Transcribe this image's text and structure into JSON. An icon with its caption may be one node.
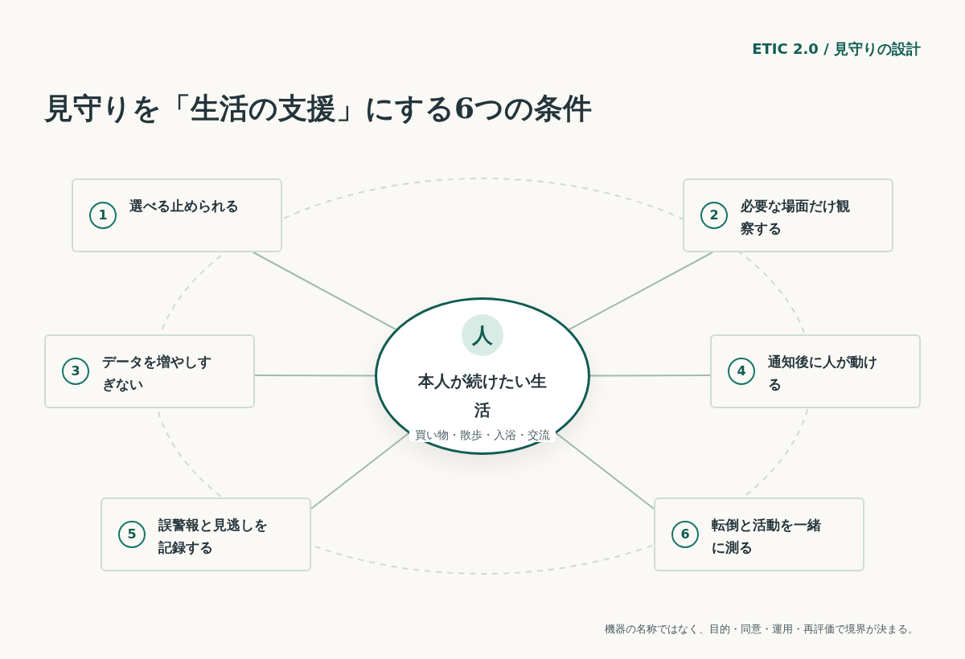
{
  "diagram": {
    "title": "見守りを「生活の支援」にする6つの条件",
    "nodes": [
      {
        "text": [
          "1",
          "選べる止められる"
        ]
      },
      {
        "text": [
          "2",
          "必要な場面だけ観察する"
        ]
      },
      {
        "text": [
          "3",
          "データを増やしすぎない"
        ]
      },
      {
        "text": [
          "4",
          "通知後に人が動ける"
        ]
      },
      {
        "text": [
          "5",
          "誤警報と見逃しを記録する"
        ]
      },
      {
        "text": [
          "6",
          "転倒と活動を一緒に測る"
        ]
      },
      {
        "text": [
          "人",
          "本人が続けたい生活",
          "買い物・散歩・入浴・交流"
        ]
      }
    ],
    "edges": [
      {
        "from": 6,
        "to": 0,
        "arrow": "none"
      },
      {
        "from": 6,
        "to": 1,
        "arrow": "none"
      },
      {
        "from": 6,
        "to": 2,
        "arrow": "none"
      },
      {
        "from": 6,
        "to": 3,
        "arrow": "none"
      },
      {
        "from": 6,
        "to": 4,
        "arrow": "none"
      },
      {
        "from": 6,
        "to": 5,
        "arrow": "none"
      }
    ],
    "labels": [
      "ETIC 2.0 / 見守りの設計",
      "機器の名称ではなく、目的・同意・運用・再評価で境界が決まる。"
    ]
  }
}
